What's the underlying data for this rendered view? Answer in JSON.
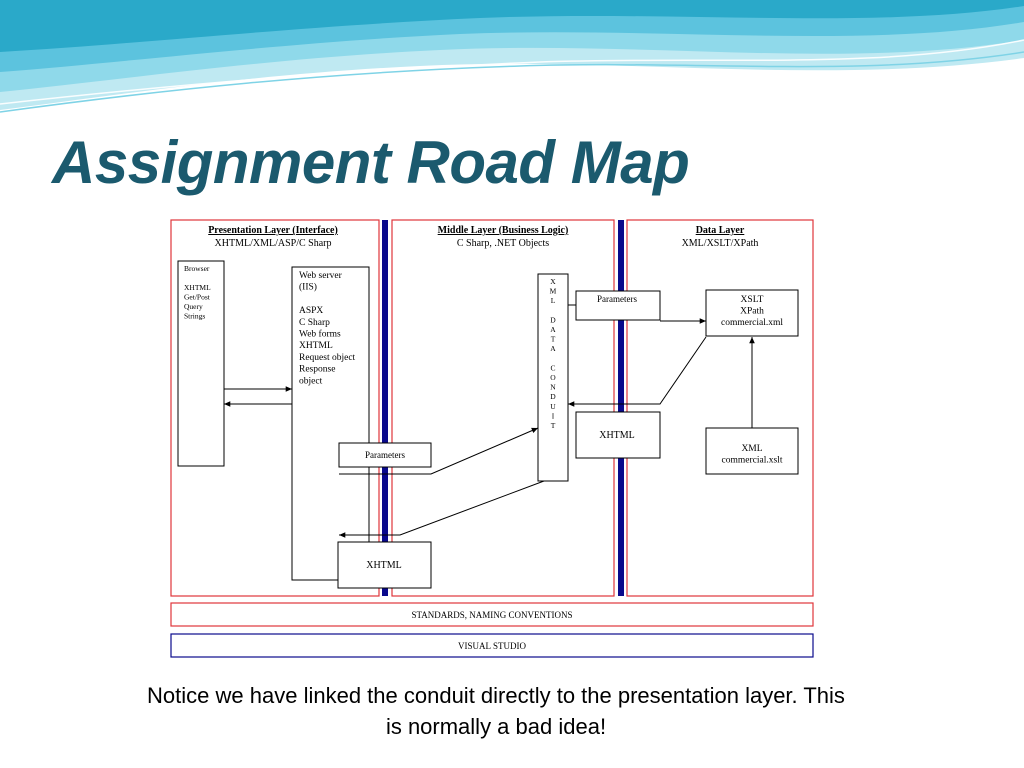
{
  "slide": {
    "title": "Assignment Road Map",
    "caption": "Notice we have linked the conduit directly to the presentation layer.  This is normally a bad idea!"
  },
  "colors": {
    "title": "#1b5a6e",
    "layer_border": "#e0353b",
    "divider": "#0a0a8c",
    "wave_light": "#bfe9f2",
    "wave_mid": "#7fd3e6",
    "wave_dark": "#2aa9c9"
  },
  "layers": {
    "presentation": {
      "title": "Presentation Layer (Interface)",
      "subtitle": "XHTML/XML/ASP/C Sharp"
    },
    "middle": {
      "title": "Middle Layer (Business Logic)",
      "subtitle": "C Sharp, .NET Objects"
    },
    "data": {
      "title": "Data Layer",
      "subtitle": "XML/XSLT/XPath"
    }
  },
  "boxes": {
    "browser": [
      "Browser",
      "",
      "XHTML",
      "Get/Post",
      "Query",
      "Strings"
    ],
    "webserver": [
      "Web server",
      "(IIS)",
      "",
      "ASPX",
      "C Sharp",
      "Web forms",
      "XHTML",
      "Request object",
      "Response",
      "object"
    ],
    "params_presentation": "Parameters",
    "xhtml_presentation": "XHTML",
    "conduit": [
      "X",
      "M",
      "L",
      "",
      "D",
      "A",
      "T",
      "A",
      "",
      "C",
      "O",
      "N",
      "D",
      "U",
      "I",
      "T"
    ],
    "params_middle": "Parameters",
    "xhtml_middle": "XHTML",
    "xslt": [
      "XSLT",
      "XPath",
      "commercial.xml"
    ],
    "xml": [
      "XML",
      "commercial.xslt"
    ]
  },
  "bars": {
    "standards": "STANDARDS, NAMING CONVENTIONS",
    "visual_studio": "VISUAL STUDIO"
  }
}
